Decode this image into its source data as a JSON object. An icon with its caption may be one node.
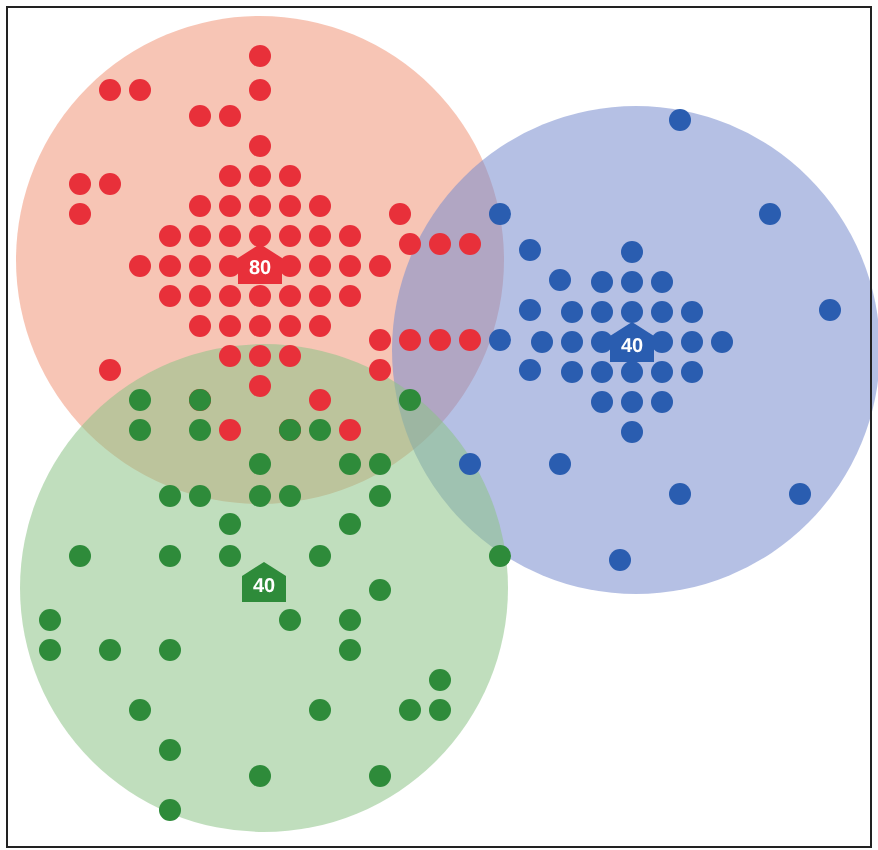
{
  "diagram": {
    "nodes": [
      {
        "text": [],
        "shape": "circle"
      },
      {
        "text": [
          "80"
        ],
        "in": 0
      },
      {
        "text": [],
        "shape": "circle"
      },
      {
        "text": [
          "40"
        ],
        "in": 2
      },
      {
        "text": [],
        "shape": "circle"
      },
      {
        "text": [
          "40"
        ],
        "in": 4
      }
    ]
  }
}
